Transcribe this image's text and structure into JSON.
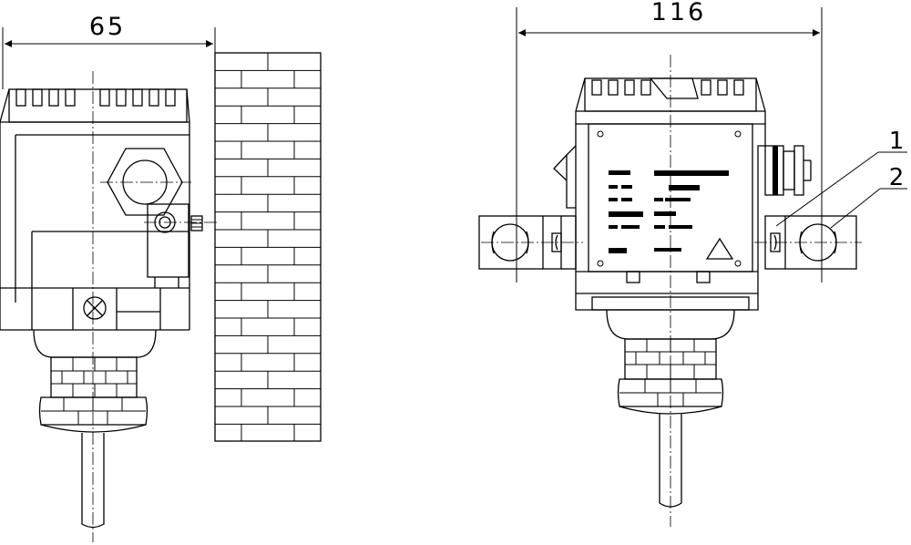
{
  "dimensions": {
    "side_view_width": "65",
    "front_view_width": "116"
  },
  "callouts": [
    {
      "id": "1"
    },
    {
      "id": "2"
    }
  ]
}
